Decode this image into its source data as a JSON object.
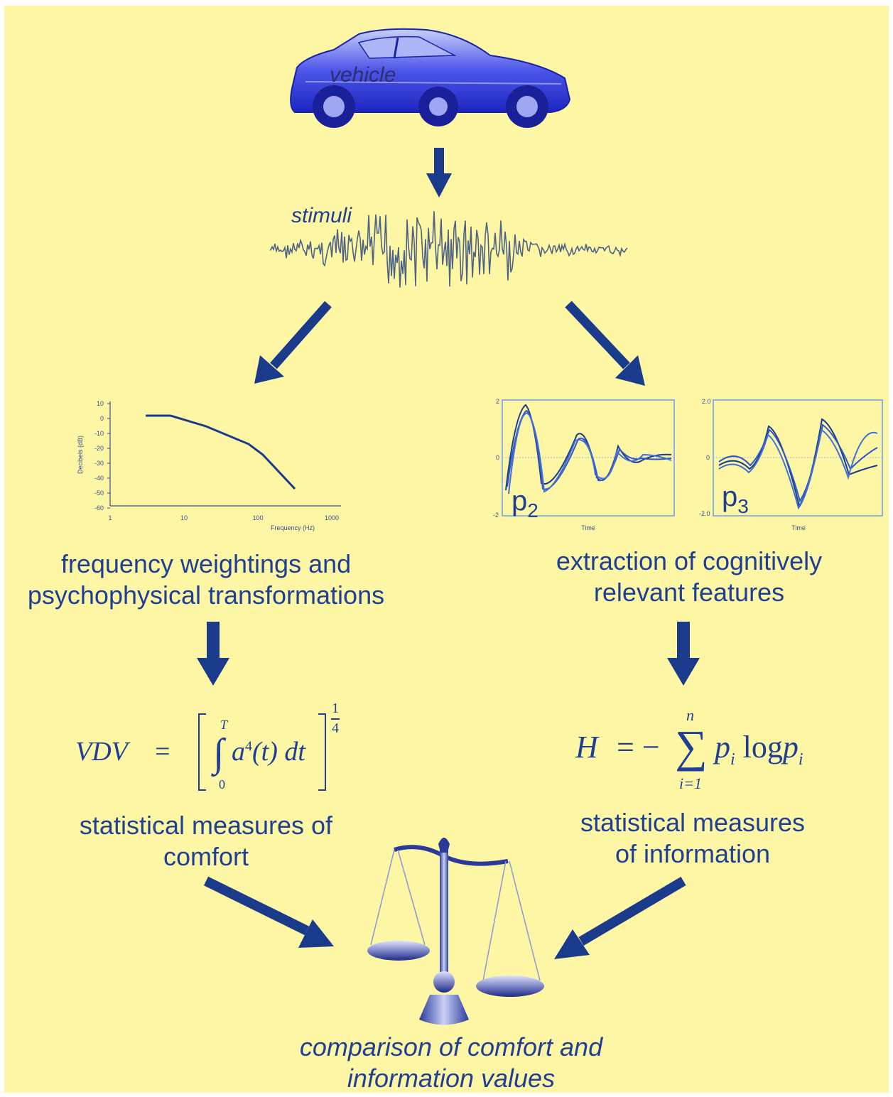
{
  "nodes": {
    "vehicle": "vehicle",
    "stimuli": "stimuli",
    "freq_weighting": [
      "frequency weightings and",
      "psychophysical transformations"
    ],
    "extraction": [
      "extraction of cognitively",
      "relevant features"
    ],
    "stat_comfort": [
      "statistical measures of",
      "comfort"
    ],
    "stat_info": [
      "statistical measures",
      "of information"
    ],
    "comparison": [
      "comparison of comfort and",
      "information values"
    ]
  },
  "formulas": {
    "vdv": {
      "lhs": "VDV",
      "eq": "=",
      "integrand": "a",
      "power": "4",
      "arg": "(t)",
      "dt": "dt",
      "upper": "T",
      "lower": "0",
      "exp_num": "1",
      "exp_den": "4"
    },
    "entropy": {
      "lhs": "H",
      "eq": "= −",
      "upper": "n",
      "lower": "i=1",
      "term": "p",
      "sub": "i",
      "log": "log",
      "term2": "p",
      "sub2": "i"
    }
  },
  "weighting_plot": {
    "ylabel": "Decibels (dB)",
    "xlabel": "Frequency (Hz)",
    "yticks": [
      "10",
      "0",
      "-10",
      "-20",
      "-30",
      "-40",
      "-50",
      "-60"
    ],
    "xticks": [
      "1",
      "10",
      "100",
      "1000"
    ]
  },
  "feature_plots": [
    {
      "label": "p",
      "sub": "2",
      "ytop": "2",
      "ymid": "0",
      "ybot": "-2",
      "xlabel": "Time"
    },
    {
      "label": "p",
      "sub": "3",
      "ytop": "2.0",
      "ymid": "0",
      "ybot": "-2.0",
      "xlabel": "Time"
    }
  ],
  "colors": {
    "background": "#fdf7a5",
    "text": "#1f3f95",
    "arrow": "#1a3a8c",
    "car": "#2a35d8",
    "plot_frame": "#8fb3e0"
  }
}
